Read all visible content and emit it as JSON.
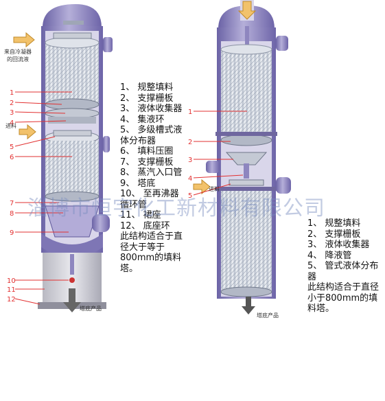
{
  "left_diagram": {
    "callout_numbers": [
      "1",
      "2",
      "3",
      "4",
      "5",
      "6",
      "7",
      "8",
      "9",
      "10",
      "11",
      "12"
    ],
    "inlet_label_line1": "来自冷凝器",
    "inlet_label_line2": "的回流液",
    "feed_label": "进料",
    "bottom_label": "塔底产品"
  },
  "right_diagram": {
    "callout_numbers": [
      "1",
      "2",
      "3",
      "4",
      "5"
    ],
    "feed_label": "进料",
    "bottom_label": "塔底产品"
  },
  "left_legend": {
    "text": "1、 规整填料\n2、 支撑栅板\n3、 液体收集器\n4、 集液环\n5、 多级槽式液体分布器\n6、 填料压圈\n7、 支撑栅板\n8、 蒸汽入口管\n9、 塔底\n10、 至再沸器循环管\n11、 裙座\n12、 底座环\n此结构适合于直径大于等于800mm的填料塔。"
  },
  "right_legend": {
    "text": "1、 规整填料\n2、 支撑栅板\n3、 液体收集器\n4、 降液管\n5、 管式液体分布器\n此结构适合于直径小于800mm的填料塔。"
  },
  "watermark": "淄博市恒宇化工新材料有限公司",
  "colors": {
    "shell": "#8e86bf",
    "shell_dark": "#5f579a",
    "packing": "#e8ecf2",
    "callout": "#e23030",
    "arrow_fill": "#f2c26b"
  }
}
